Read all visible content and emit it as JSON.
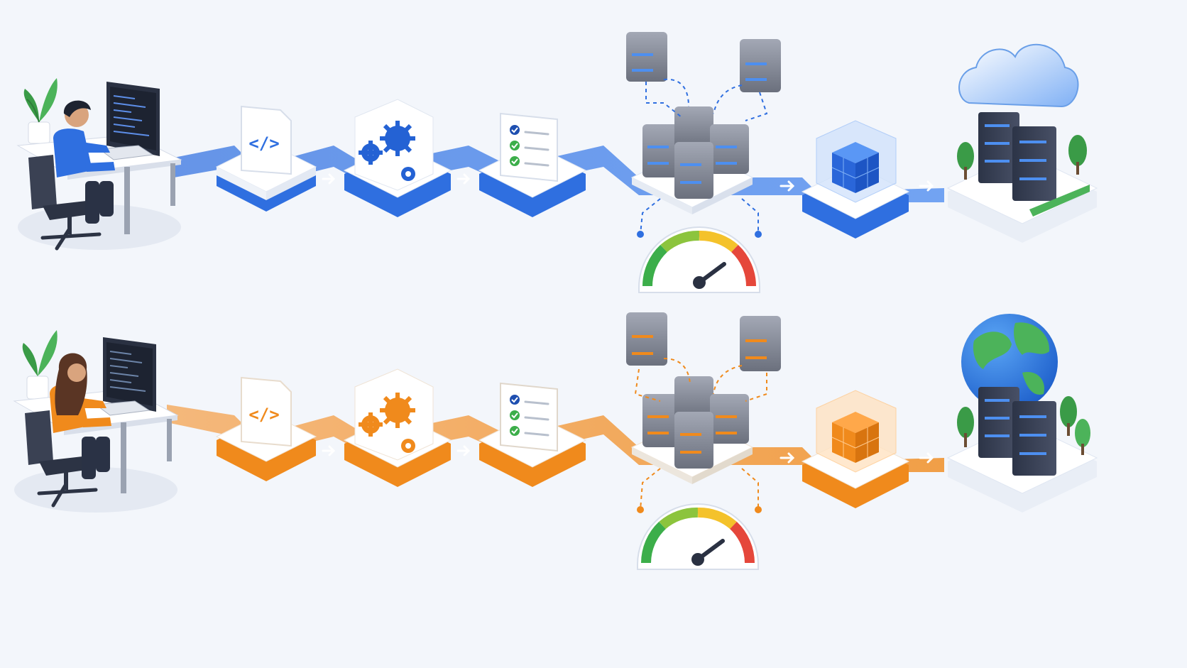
{
  "palette": {
    "background": "#f3f6fb",
    "blue": "#2f6fe0",
    "blue_light": "#9cc0f7",
    "orange": "#f08a1c",
    "orange_light": "#ffc98c",
    "tile_top": "#ffffff",
    "server": "#8a8f9c",
    "server_dark": "#3a4153",
    "gauge_green": "#3cae4a",
    "gauge_yellow": "#f4c22b",
    "gauge_red": "#e5473b"
  },
  "pipelines": [
    {
      "id": "blue",
      "accent": "#2f6fe0",
      "developer_shirt": "#2f6fe0",
      "destination": "cloud",
      "stages": [
        "developer",
        "source-code",
        "build",
        "tests",
        "server-cluster",
        "container",
        "deployment"
      ],
      "code_glyph": "</>"
    },
    {
      "id": "orange",
      "accent": "#f08a1c",
      "developer_shirt": "#f08a1c",
      "destination": "globe",
      "stages": [
        "developer",
        "source-code",
        "build",
        "tests",
        "server-cluster",
        "container",
        "deployment"
      ],
      "code_glyph": "</>"
    }
  ],
  "icons": [
    "plant-icon",
    "monitor-icon",
    "office-chair-icon",
    "code-file-icon",
    "gears-icon",
    "checklist-icon",
    "server-icon",
    "gauge-icon",
    "cube-icon",
    "cloud-icon",
    "globe-icon",
    "tree-icon"
  ]
}
